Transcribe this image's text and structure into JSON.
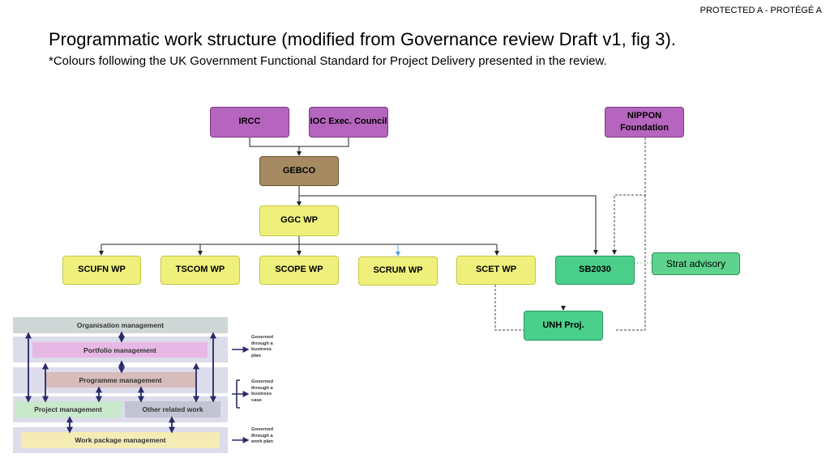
{
  "classification": "PROTECTED A - PROTÉGÉ A",
  "title": "Programmatic work structure (modified from Governance review Draft v1, fig 3).",
  "subtitle": "*Colours following the UK Government Functional Standard for Project Delivery presented in the review.",
  "nodes": {
    "ircc": "IRCC",
    "ioc": "IOC Exec. Council",
    "nippon": "NIPPON Foundation",
    "gebco": "GEBCO",
    "ggc": "GGC WP",
    "scufn": "SCUFN WP",
    "tscom": "TSCOM WP",
    "scope": "SCOPE WP",
    "scrum": "SCRUM WP",
    "scet": "SCET WP",
    "sb2030": "SB2030",
    "strat": "Strat advisory",
    "unh": "UNH Proj."
  },
  "inset": {
    "organisation": "Organisation management",
    "portfolio": "Portfolio management",
    "programme": "Programme management",
    "project": "Project management",
    "other": "Other related work",
    "workpackage": "Work package management",
    "note1": "Governed through a business plan",
    "note2": "Governed through a business case",
    "note3": "Governed through a work plan"
  },
  "colors": {
    "purple": "#b565bd",
    "brown": "#a58a62",
    "yellow": "#eff07c",
    "green": "#4bd08c"
  }
}
